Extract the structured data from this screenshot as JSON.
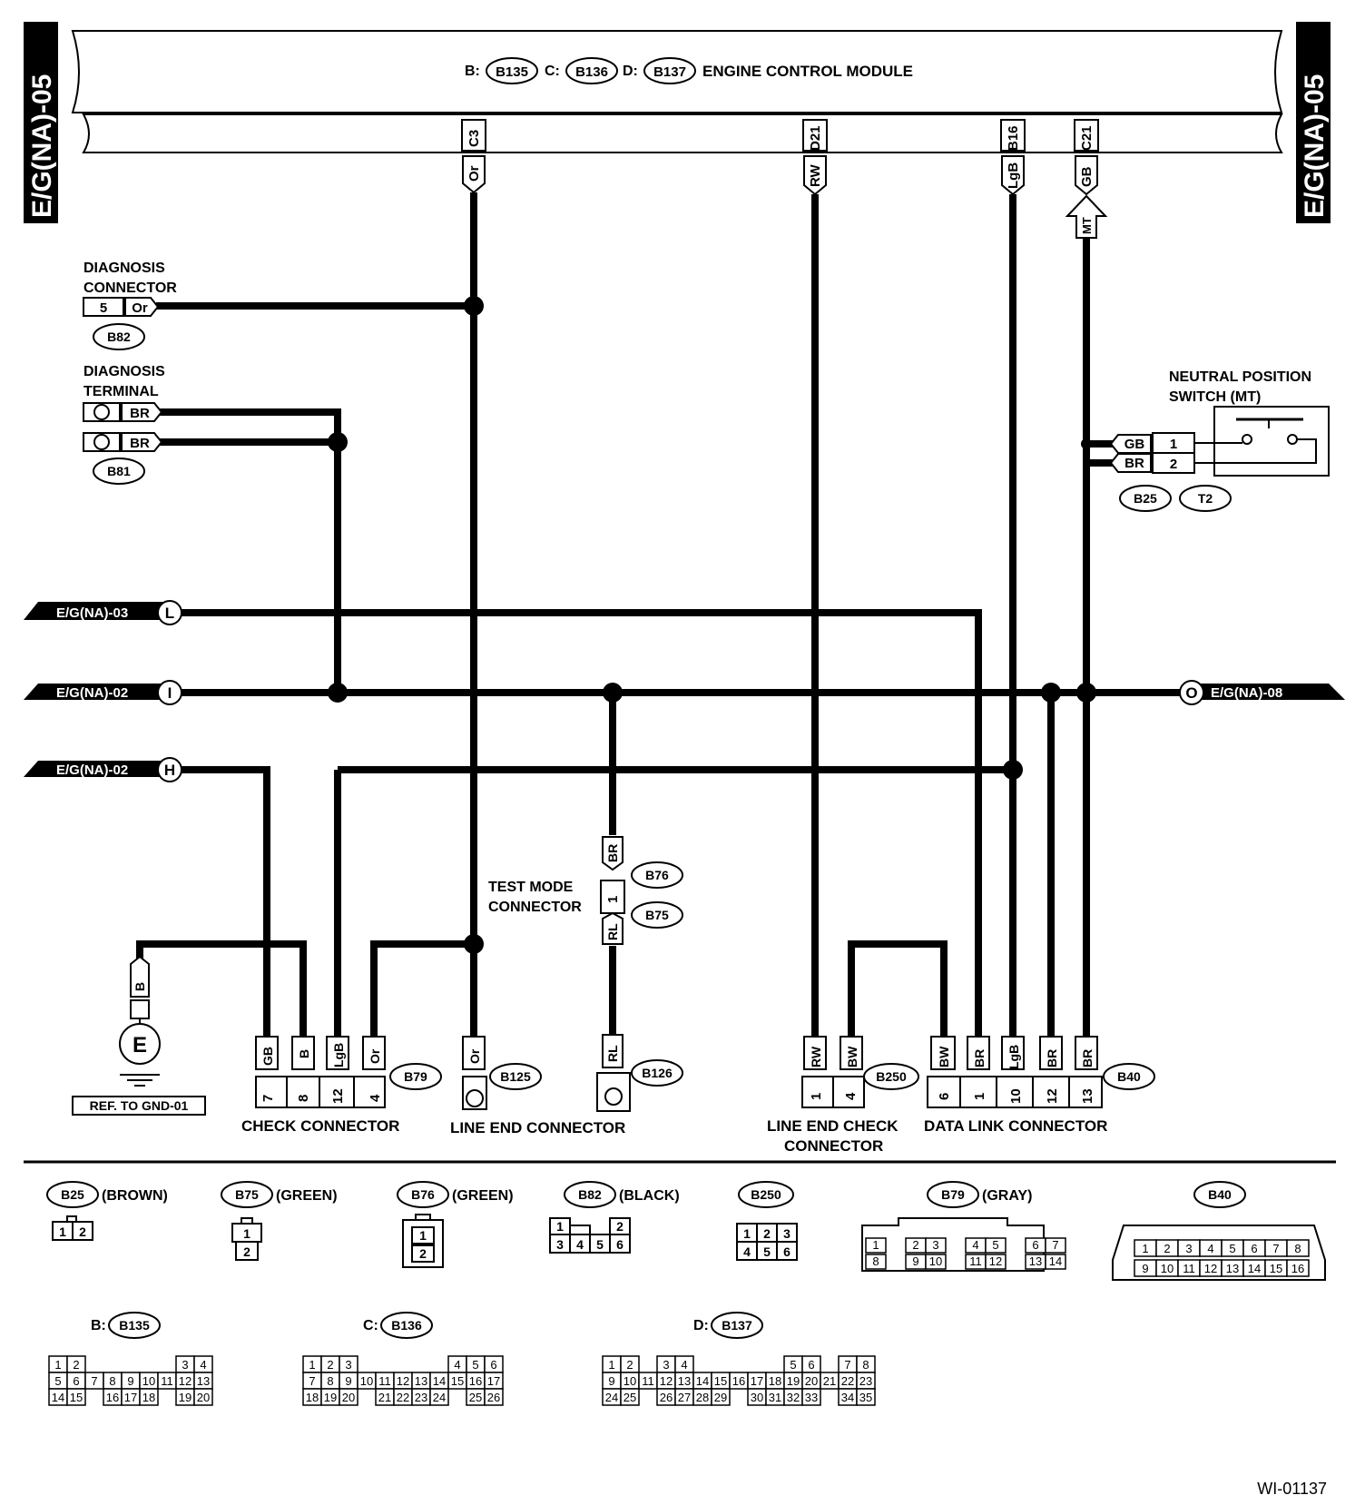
{
  "page_refs": {
    "left": "E/G(NA)-05",
    "right": "E/G(NA)-05"
  },
  "ecm": {
    "prefix_b": "B:",
    "conn_b": "B135",
    "prefix_c": "C:",
    "conn_c": "B136",
    "prefix_d": "D:",
    "conn_d": "B137",
    "title": "ENGINE CONTROL MODULE",
    "pins": [
      {
        "pin": "C3",
        "color": "Or"
      },
      {
        "pin": "D21",
        "color": "RW"
      },
      {
        "pin": "B16",
        "color": "LgB"
      },
      {
        "pin": "C21",
        "color": "GB"
      }
    ],
    "mt_tag": "MT"
  },
  "diag_connector": {
    "line1": "DIAGNOSIS",
    "line2": "CONNECTOR",
    "pin": "5",
    "color": "Or",
    "id": "B82"
  },
  "diag_terminal": {
    "line1": "DIAGNOSIS",
    "line2": "TERMINAL",
    "color1": "BR",
    "color2": "BR",
    "id": "B81"
  },
  "neutral_switch": {
    "line1": "NEUTRAL POSITION",
    "line2": "SWITCH (MT)",
    "pins": [
      {
        "pin": "1",
        "color": "GB"
      },
      {
        "pin": "2",
        "color": "BR"
      }
    ],
    "id1": "B25",
    "id2": "T2"
  },
  "offpage": {
    "l": {
      "ref": "E/G(NA)-03",
      "letter": "L"
    },
    "i": {
      "ref": "E/G(NA)-02",
      "letter": "I"
    },
    "h": {
      "ref": "E/G(NA)-02",
      "letter": "H"
    },
    "o": {
      "ref": "E/G(NA)-08",
      "letter": "O"
    }
  },
  "test_mode": {
    "line1": "TEST MODE",
    "line2": "CONNECTOR",
    "color_top": "BR",
    "pin": "1",
    "color_bottom": "RL",
    "id1": "B76",
    "id2": "B75"
  },
  "ground": {
    "color": "B",
    "symbol": "E",
    "ref": "REF. TO GND-01"
  },
  "check_connector": {
    "label": "CHECK CONNECTOR",
    "id": "B79",
    "pins": [
      {
        "color": "GB",
        "pin": "7"
      },
      {
        "color": "B",
        "pin": "8"
      },
      {
        "color": "LgB",
        "pin": "12"
      },
      {
        "color": "Or",
        "pin": "4"
      }
    ]
  },
  "line_end_connector": {
    "label": "LINE END CONNECTOR",
    "c1": {
      "color": "Or",
      "id": "B125"
    },
    "c2": {
      "color": "RL",
      "id": "B126"
    }
  },
  "line_end_check": {
    "line1": "LINE END CHECK",
    "line2": "CONNECTOR",
    "id": "B250",
    "pins": [
      {
        "color": "RW",
        "pin": "1"
      },
      {
        "color": "BW",
        "pin": "4"
      }
    ]
  },
  "data_link": {
    "label": "DATA LINK CONNECTOR",
    "id": "B40",
    "pins": [
      {
        "color": "BW",
        "pin": "6"
      },
      {
        "color": "BR",
        "pin": "1"
      },
      {
        "color": "LgB",
        "pin": "10"
      },
      {
        "color": "BR",
        "pin": "12"
      },
      {
        "color": "BR",
        "pin": "13"
      }
    ]
  },
  "legend": {
    "b25": {
      "id": "B25",
      "desc": "(BROWN)"
    },
    "b75": {
      "id": "B75",
      "desc": "(GREEN)"
    },
    "b76": {
      "id": "B76",
      "desc": "(GREEN)"
    },
    "b82": {
      "id": "B82",
      "desc": "(BLACK)"
    },
    "b250": {
      "id": "B250",
      "desc": ""
    },
    "b79": {
      "id": "B79",
      "desc": "(GRAY)"
    },
    "b40": {
      "id": "B40",
      "desc": ""
    },
    "b135": {
      "prefix": "B:",
      "id": "B135"
    },
    "b136": {
      "prefix": "C:",
      "id": "B136"
    },
    "b137": {
      "prefix": "D:",
      "id": "B137"
    }
  },
  "figure_id": "WI-01137"
}
